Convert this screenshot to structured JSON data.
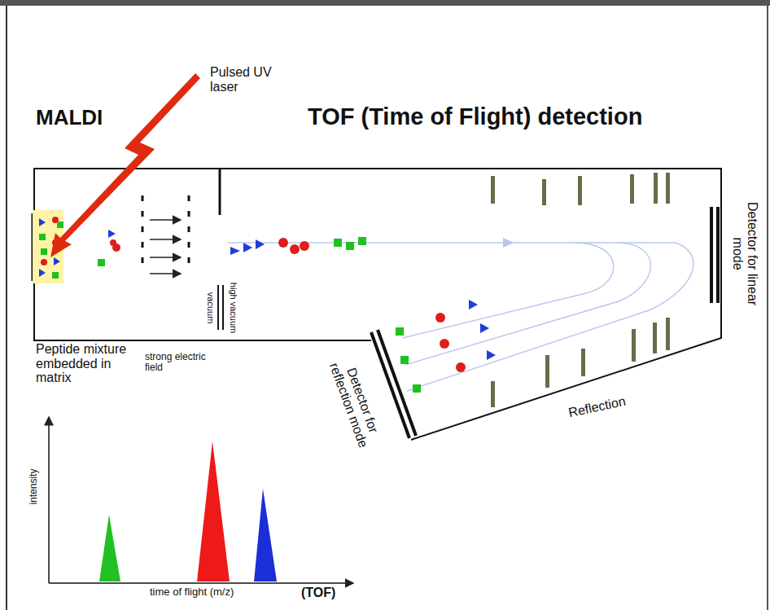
{
  "diagram": {
    "title": "TOF (Time of Flight) detection",
    "labels": [
      "Pulsed UV laser",
      "MALDI",
      "vacuum",
      "high vacuum",
      "Detector for linear mode",
      "Peptide mixture embedded in matrix",
      "strong electric field",
      "Detector for reflection mode",
      "Reflection",
      "intensity",
      "time of flight (m/z)",
      "(TOF)"
    ]
  }
}
